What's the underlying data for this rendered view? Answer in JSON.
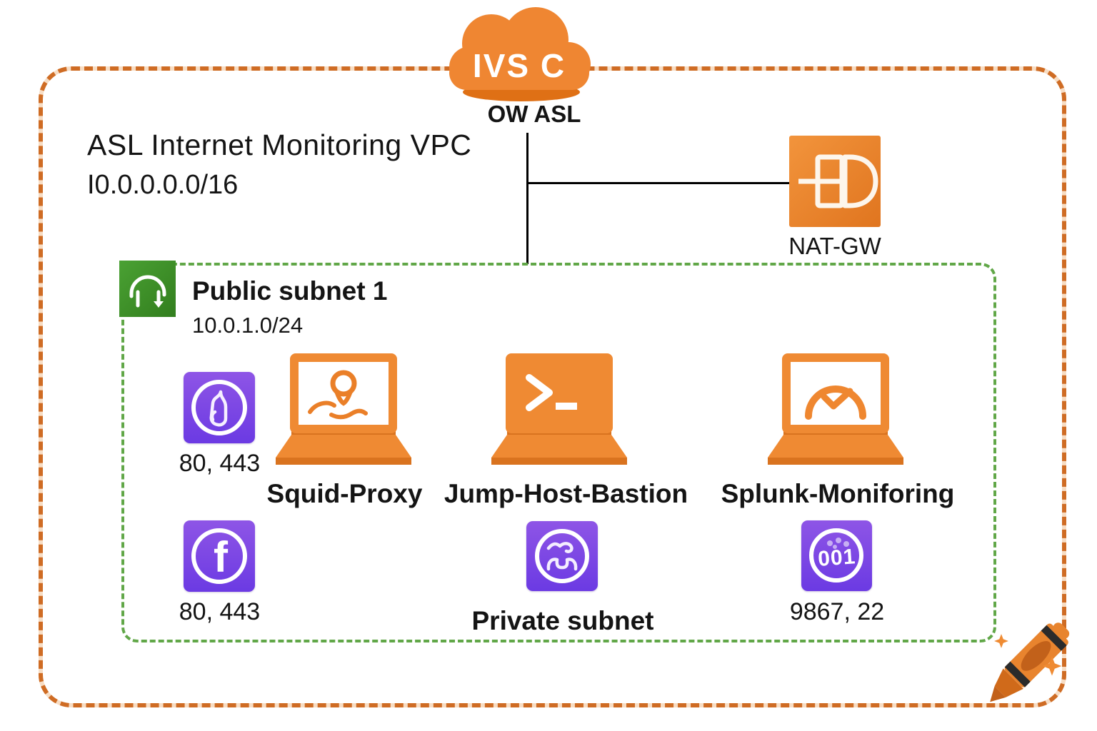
{
  "cloud": {
    "label": "IVS C",
    "caption": "OW ASL"
  },
  "vpc": {
    "title": "ASL Internet Monitoring VPC",
    "cidr": "I0.0.0.0.0/16"
  },
  "nat_gateway": {
    "label": "NAT-GW"
  },
  "public_subnet": {
    "title": "Public subnet 1",
    "cidr": "10.0.1.0/24",
    "security_group_top": {
      "ports": "80, 443"
    },
    "squid_proxy": {
      "label": "Squid-Proxy"
    },
    "jump_host": {
      "label": "Jump-Host-Bastion"
    },
    "splunk": {
      "label": "Splunk-Moniforing"
    },
    "security_group_bottom": {
      "ports": "80, 443",
      "glyph": "f"
    },
    "private_subnet": {
      "label": "Private subnet"
    },
    "monitoring_ports": {
      "ports": "9867, 22",
      "glyph": "001"
    }
  },
  "colors": {
    "orange": "#EF8633",
    "orange_dark": "#DD701C",
    "vpc_border": "#CF6C24",
    "subnet_border": "#61A748",
    "subnet_icon_green": "#3F9226",
    "purple_top": "#8E55E6",
    "purple_bottom": "#6B3AE3",
    "line": "#000000",
    "text": "#141414"
  }
}
